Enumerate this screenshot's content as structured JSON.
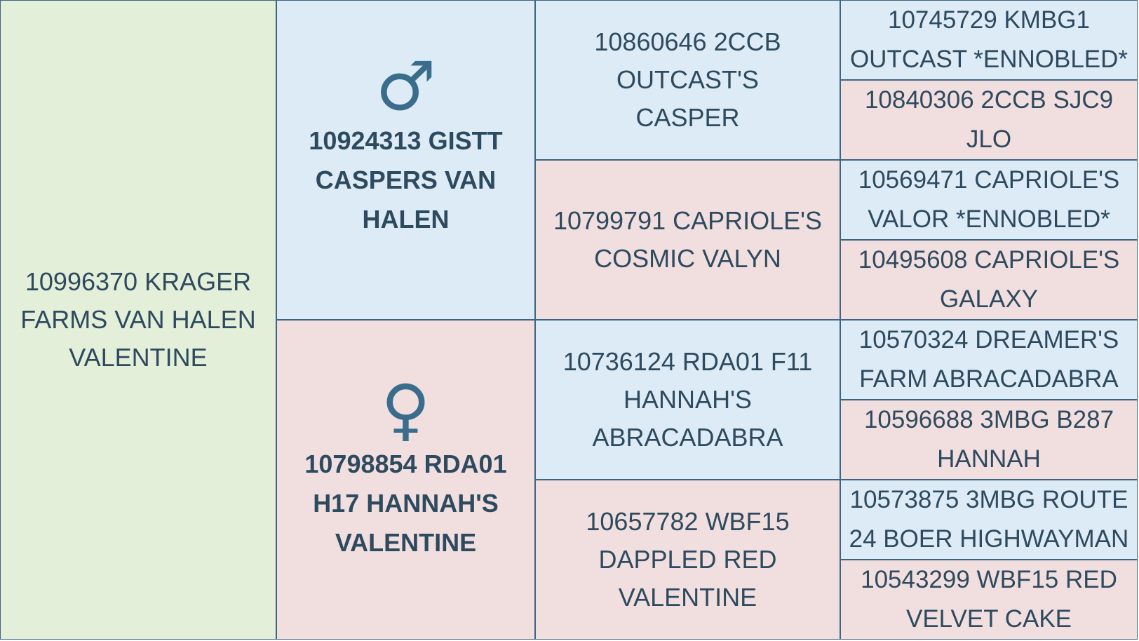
{
  "subject": {
    "name": "10996370 KRAGER FARMS VAN HALEN VALENTINE"
  },
  "sire": {
    "icon": "♂",
    "name": "10924313 GISTT CASPERS VAN HALEN"
  },
  "dam": {
    "icon": "♀",
    "name": "10798854 RDA01 H17 HANNAH'S VALENTINE"
  },
  "grandparents": {
    "sire_sire": "10860646 2CCB OUTCAST'S CASPER",
    "sire_dam": "10799791 CAPRIOLE'S COSMIC VALYN",
    "dam_sire": "10736124 RDA01 F11 HANNAH'S ABRACADABRA",
    "dam_dam": "10657782 WBF15 DAPPLED RED VALENTINE"
  },
  "great_grandparents": [
    "10745729 KMBG1 OUTCAST *ENNOBLED*",
    "10840306 2CCB SJC9 JLO",
    "10569471 CAPRIOLE'S VALOR *ENNOBLED*",
    "10495608 CAPRIOLE'S GALAXY",
    "10570324 DREAMER'S FARM ABRACADABRA",
    "10596688 3MBG B287 HANNAH",
    "10573875 3MBG ROUTE 24 BOER HIGHWAYMAN",
    "10543299 WBF15 RED VELVET CAKE"
  ],
  "colors": {
    "subject_bg": "#e3efd9",
    "male_bg": "#ddebf6",
    "female_bg": "#f1dfe0",
    "border": "#3d6580",
    "text": "#2e4a5e",
    "icon": "#3a6d8c"
  },
  "icons": {
    "male": "male-symbol-icon",
    "female": "female-symbol-icon"
  }
}
